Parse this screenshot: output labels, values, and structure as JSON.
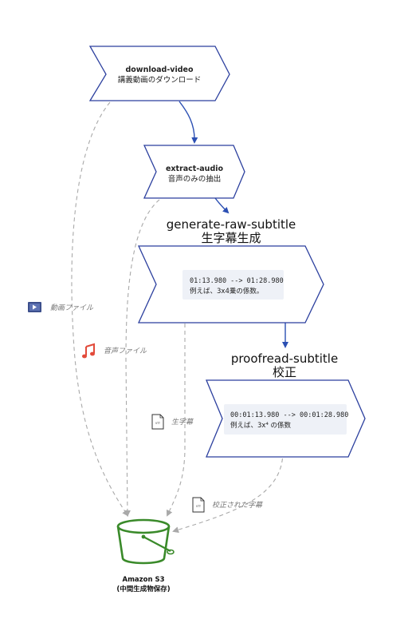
{
  "nodes": {
    "download_video": {
      "name": "download-video",
      "desc": "講義動画のダウンロード"
    },
    "extract_audio": {
      "name": "extract-audio",
      "desc": "音声のみの抽出"
    },
    "generate_raw_subtitle": {
      "name": "generate-raw-subtitle",
      "desc": "生字幕生成",
      "sample_line1": "01:13.980 --> 01:28.980",
      "sample_line2": "例えば、3x4乗の係数。"
    },
    "proofread_subtitle": {
      "name": "proofread-subtitle",
      "desc": "校正",
      "sample_line1": "00:01:13.980 --> 00:01:28.980",
      "sample_line2": "例えば、3x⁴ の係数"
    },
    "storage": {
      "name": "Amazon S3",
      "desc": "(中間生成物保存)"
    }
  },
  "edges": {
    "video_file": "動画ファイル",
    "audio_file": "音声ファイル",
    "raw_subtitle": "生字幕",
    "proofread_subtitle": "校正された字幕"
  },
  "colors": {
    "node_stroke": "#2b3f9e",
    "flow_arrow": "#2b4fb3",
    "dashed": "#a9a9a9",
    "code_bg": "#eef1f7",
    "s3_green": "#3a8a2a",
    "music_red": "#e24a3a",
    "video_blue": "#3c4f8c"
  },
  "icons": {
    "video": "video-file-icon",
    "audio": "music-note-icon",
    "vtt": "vtt-file-icon",
    "s3": "s3-bucket-icon"
  }
}
